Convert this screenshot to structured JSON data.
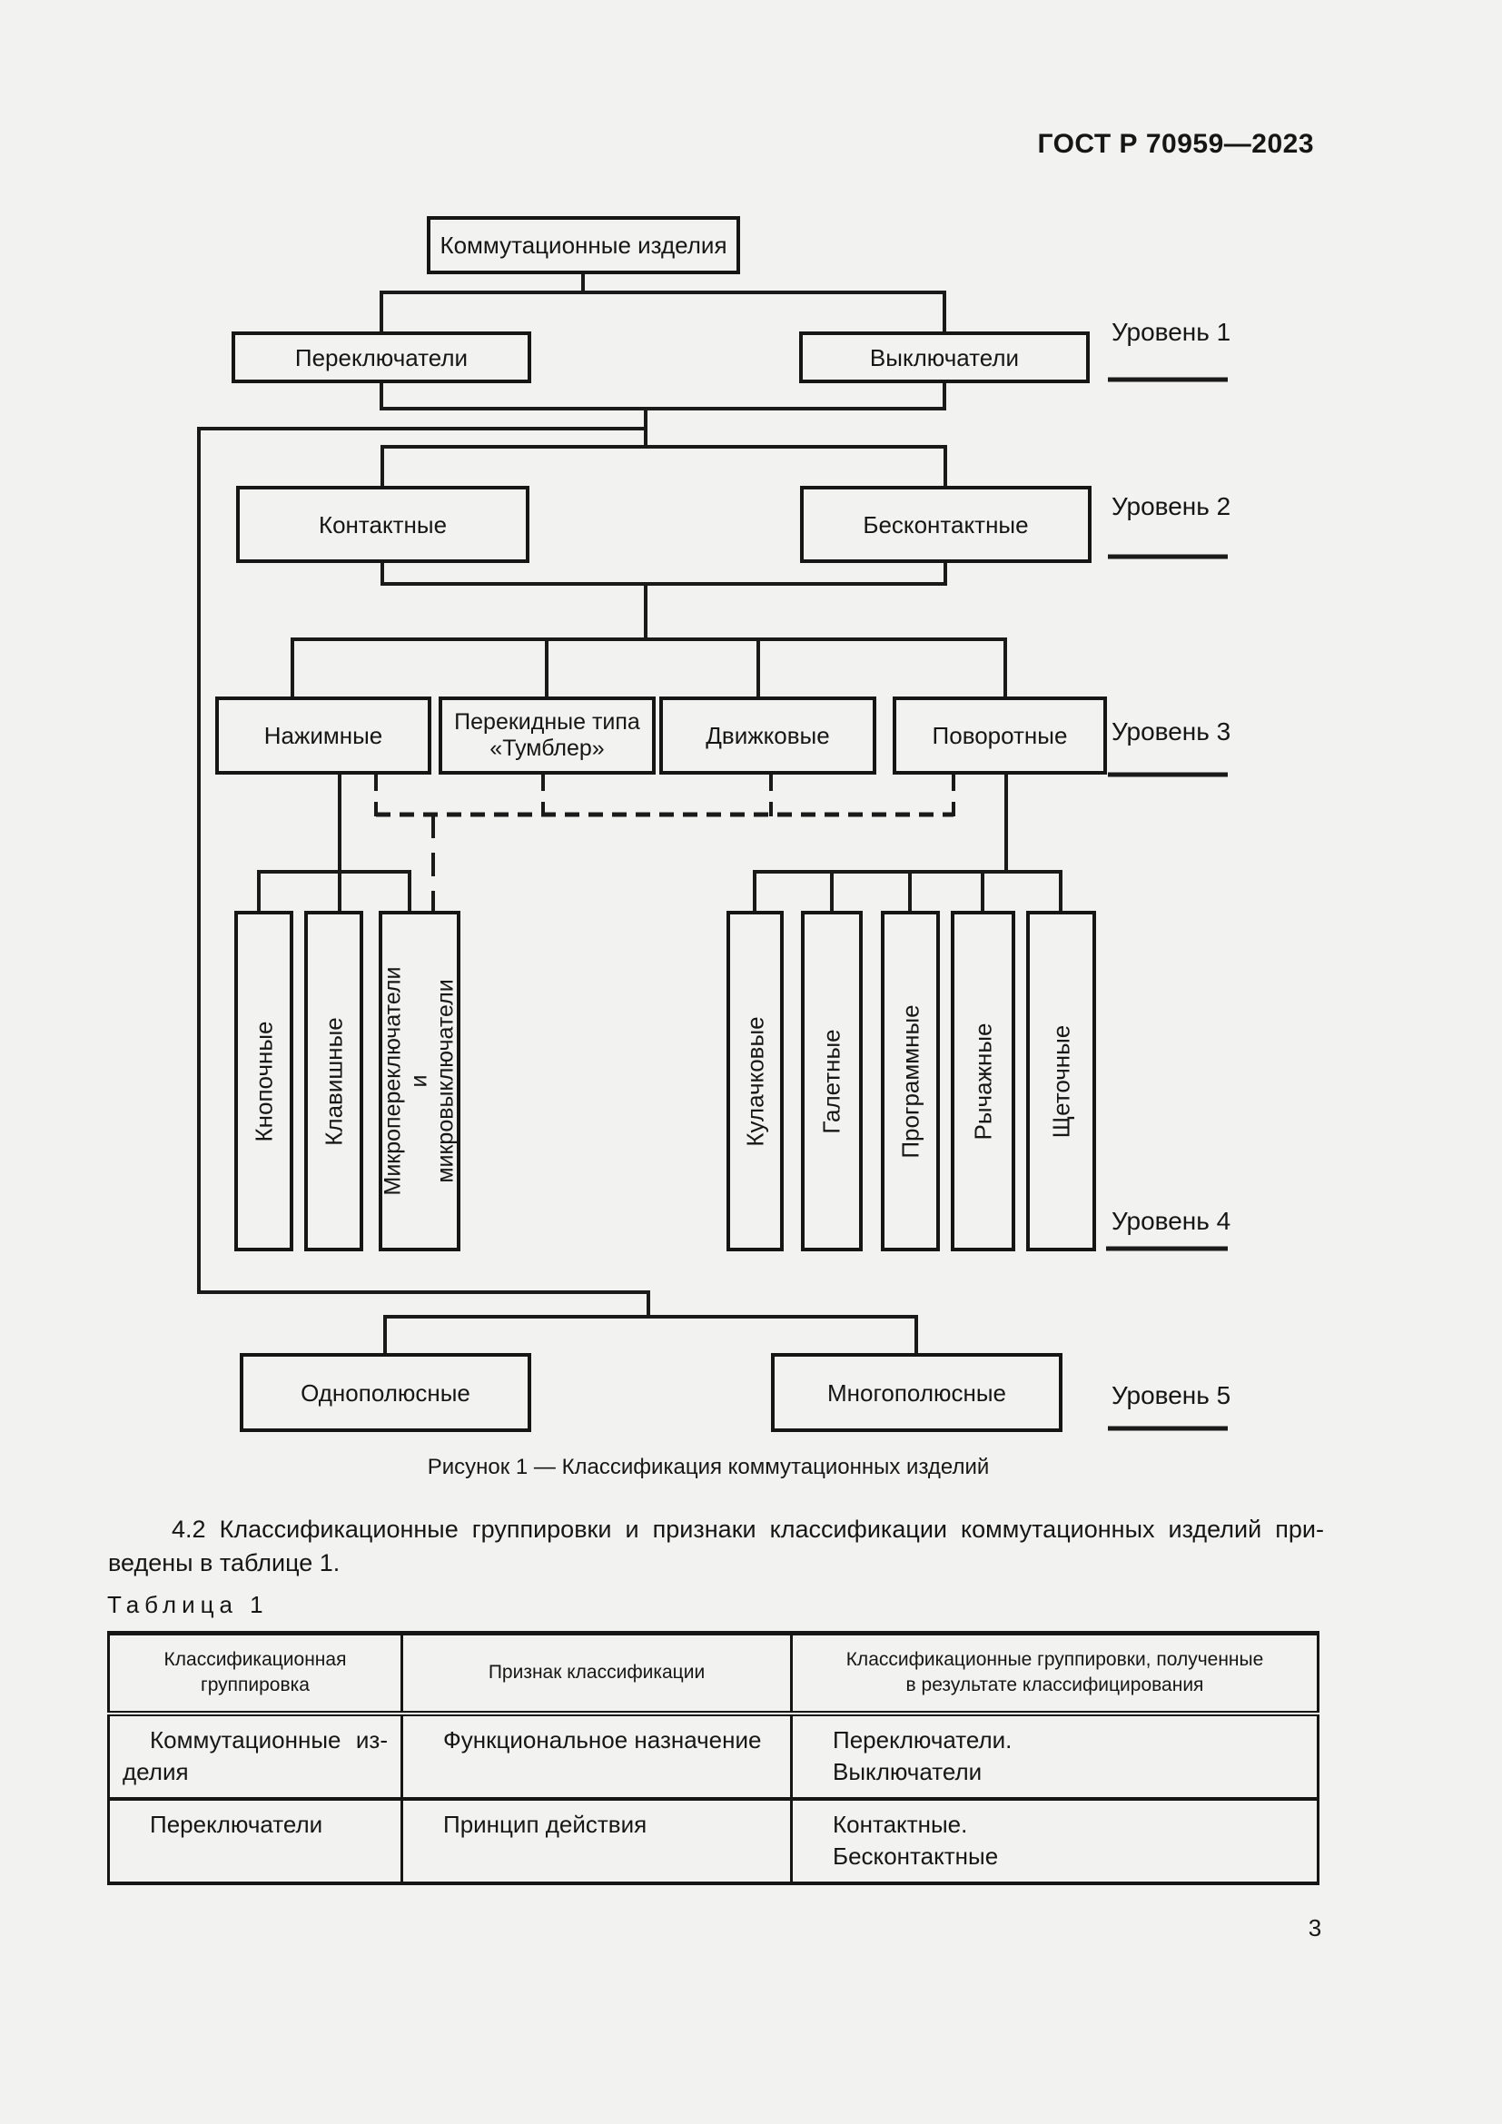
{
  "page": {
    "header": "ГОСТ Р 70959—2023",
    "page_number": "3"
  },
  "diagram": {
    "caption": "Рисунок 1 — Классификация коммутационных изделий",
    "levels": [
      {
        "label": "Уровень 1"
      },
      {
        "label": "Уровень 2"
      },
      {
        "label": "Уровень 3"
      },
      {
        "label": "Уровень 4"
      },
      {
        "label": "Уровень 5"
      }
    ],
    "boxes": {
      "root": "Коммутационные изделия",
      "switches": "Переключатели",
      "breakers": "Выключатели",
      "contact": "Контактные",
      "contactless": "Бесконтактные",
      "push": "Нажимные",
      "toggle_line1": "Перекидные типа",
      "toggle_line2": "«Тумблер»",
      "slide": "Движковые",
      "rotary": "Поворотные",
      "button": "Кнопочные",
      "key": "Клавишные",
      "micro_line1": "Микропереключатели",
      "micro_line2": "и",
      "micro_line3": "микровыключатели",
      "cam": "Кулачковые",
      "wafer": "Галетные",
      "program": "Программные",
      "lever": "Рычажные",
      "brush": "Щеточные",
      "single_pole": "Однополюсные",
      "multi_pole": "Многополюсные"
    }
  },
  "section": {
    "para_line1": "4.2 Классификационные группировки и признаки классификации коммутационных изделий при-",
    "para_line2": "ведены в таблице 1."
  },
  "table": {
    "label": "Таблица 1",
    "headers": [
      [
        "Классификационная",
        "группировка"
      ],
      [
        "Признак классификации"
      ],
      [
        "Классификационные группировки, полученные",
        "в результате классифицирования"
      ]
    ],
    "rows": [
      {
        "c0": [
          "Коммутационные из-",
          "делия"
        ],
        "c1": [
          "Функциональное назначение"
        ],
        "c2": [
          "Переключатели.",
          "Выключатели"
        ]
      },
      {
        "c0": [
          "Переключатели"
        ],
        "c1": [
          "Принцип действия"
        ],
        "c2": [
          "Контактные.",
          "Бесконтактные"
        ]
      }
    ]
  }
}
